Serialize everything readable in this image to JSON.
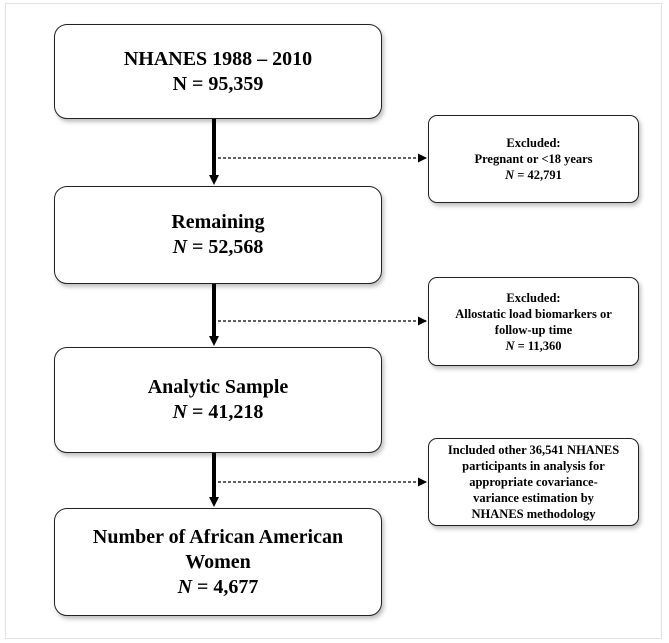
{
  "main_boxes": [
    {
      "title": "NHANES 1988 – 2010",
      "n_label": "N",
      "n_value": "= 95,359"
    },
    {
      "title": "Remaining",
      "n_label": "N",
      "n_value": " = 52,568"
    },
    {
      "title": "Analytic Sample",
      "n_label": "N",
      "n_value": "= 41,218"
    },
    {
      "title_line1": "Number of African American",
      "title_line2": "Women",
      "n_label": "N",
      "n_value": "= 4,677"
    }
  ],
  "side_boxes": [
    {
      "heading": "Excluded:",
      "line1": "Pregnant or <18 years",
      "n_label": "N",
      "n_value": "= 42,791"
    },
    {
      "heading": "Excluded:",
      "line1": "Allostatic load biomarkers or",
      "line2": "follow-up time",
      "n_label": "N",
      "n_value": "= 11,360"
    },
    {
      "line1": "Included other 36,541 NHANES",
      "line2": "participants in analysis for",
      "line3": "appropriate covariance-",
      "line4": "variance estimation by",
      "line5": "NHANES methodology"
    }
  ],
  "colors": {
    "stroke": "#000000",
    "background": "#ffffff"
  }
}
